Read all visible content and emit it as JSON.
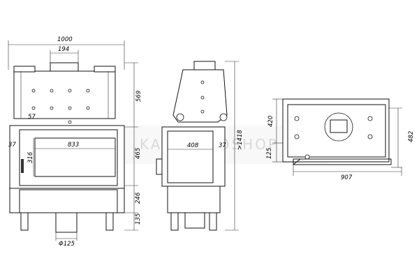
{
  "watermark": "KANDALLOSHOP",
  "front_view": {
    "width": "1000",
    "top_outlet_width": "194",
    "upper_height": "569",
    "offset_57": "57",
    "side_37": "37",
    "glass_width": "833",
    "glass_height": "316",
    "door_height": "465",
    "base_height": "246",
    "leg_height": "135",
    "pipe_diameter": "Φ125"
  },
  "side_view": {
    "glass_width": "408",
    "side_37": "37",
    "total_height": ">1418"
  },
  "top_view": {
    "depth": "420",
    "offset": "125",
    "total_depth": "482",
    "length": "907"
  }
}
